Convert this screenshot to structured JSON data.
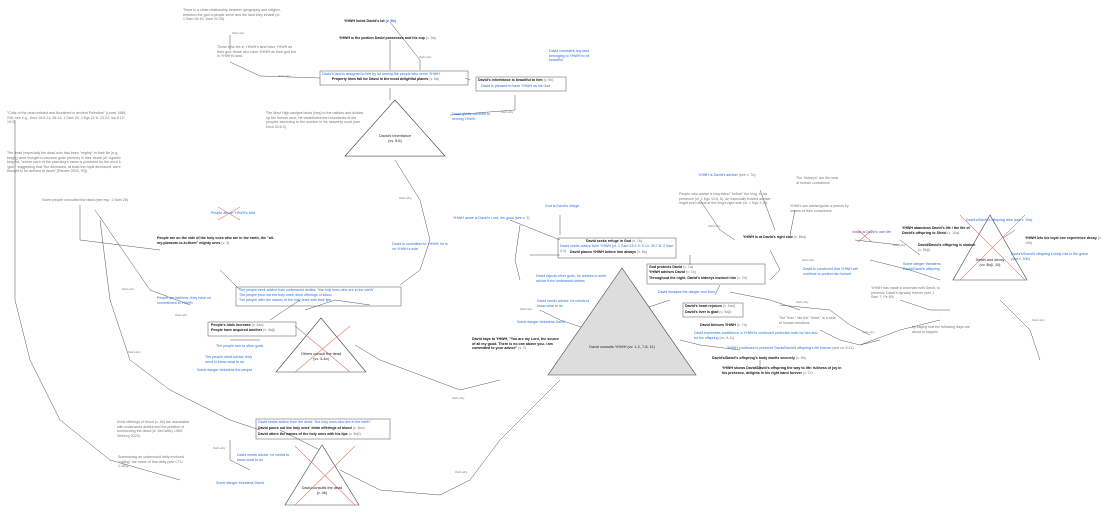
{
  "notes": {
    "geo": "There is a close relationship between geography and religion, between the god a people serve and the land they inhabit (cf. 1 Sam 26:19; Josh 22:25).",
    "those_who_fee": "Those who fee in YHWH's land have YHWH as their god; those who have YHWH as their god live in YHWH's land.",
    "holds_lot": "YHWH holds David's lot",
    "holds_lot_ref": "(v. 5b)",
    "portion": "YHWH is the portion David possesses and his cup",
    "portion_ref": "(v. 5a)",
    "land_assigned_1": "David's land is assigned to him by lot among the people who serve YHWH",
    "land_assigned_2": "Property lines fall for David in the most delightful places",
    "land_assigned_ref": "(v. 6a)",
    "considers_land": "David considers any land belonging to YHWH to be beautiful.",
    "inheritance_beautiful": "David's inheritance is beautiful to him",
    "inheritance_ref": "(v. 6b)",
    "pleased": "David is pleased to have YHWH as his God",
    "most_high": "The Most High assigns lands (heq) to the nations and divides up the human race; He establishes the boundaries of the peoples according to the number in his heavenly court (see Deut 32:8-9).",
    "gladly_commits": "David gladly commits to serving YHWH",
    "cults": "\"Cults of the dead existed and flourished in ancient Palestine\" (Lewis 1989, 238; see e.g., Deut 18:9-11; 26:14; 1 Sam 28; 2 Kgs 21:6; 23:24; Isa 8:19; 19:3).",
    "dead_esp": "The dead (especially the dead who had been \"mighty\" in their life [e.g., kings]) were thought to become gods (elohim) in their death (cf. Ugaritic king list, \"where each of the past king's name is preceded by the word il, 'god,'\" suggesting that \"the deceased, at least the royal deceased, were thought to be defined at death\" [Pardee 2003, 90]).",
    "some_consulted": "Some people consulted the dead (see esp. 1 Sam 28)",
    "yhwh_side": "People are on YHWH's side",
    "people_side_1": "People are on the side of the holy ones who are in the earth, the \"all-my-pleasure-is-in-them\" mighty ones",
    "people_side_ref": "(v. 3)",
    "committed": "David is committed to YHWH; he is on YHWH's side",
    "advice_1": "The people seek advice from underworld deities: \"the holy ones who are in the earth\"",
    "advice_2": "The people pour out the holy ones' drink offerings of blood",
    "advice_3": "The people utter the names of the holy ones with their lips",
    "faithless": "People are faithless; they have no commitment to YHWH",
    "idols_increase": "People's idols increase",
    "idols_ref": "(v. 4aα)",
    "acquired": "People have acquired another",
    "acquired_ref": "(v. 4aβ)",
    "turn_other": "The people turn to other gods",
    "need_advice": "The people need advice: they need to know what to do",
    "danger_people": "Some danger threatens the people",
    "others_consult": "Others consult the dead",
    "others_ref": "(vv. 3-4a)",
    "drink_offerings": "Drink offerings of blood (v. 4b) are associated with underworld deities and the practice of summoning the dead (cf. McCarthy 1969; Verburg 2020).",
    "summoning": "Summoning an underworld deity involved \"calling\" the name of that deity (see CTU 1.161).",
    "seek_dead": "David seeks advice from the dead: \"the holy ones who are in the earth\"",
    "pours_out": "David pours out the holy ones' drink offerings of blood",
    "pours_ref": "(v. 4bα)",
    "utters": "David utters the names of the holy ones with his lips",
    "utters_ref": "(v. 4bβ)",
    "needs_advice_low": "David needs advice: he needs to know what to do",
    "danger_david_low": "Some danger threatens David",
    "david_consults_dead": "David consults the dead",
    "david_consults_dead_ref": "(v. 4b)",
    "alone_lord": "YHWH alone is David's Lord, his good (see v. 2)",
    "god_refuge": "God is David's refuge",
    "seeks_refuge": "David seeks refuge in God",
    "seeks_refuge_ref": "(v. 1b)",
    "seeks_advice_yhwh": "David seeks advice from YHWH (cf. 1 Sam 23:2-4; 9-13; 30:7-8; 2 Sam 2:1)",
    "places_yhwh": "David places YHWH before him always",
    "places_ref": "(v. 8a)",
    "rejects_other": "David rejects other gods; he refuses to seek advice from underworld deities",
    "needs_advice_mid": "David needs advice: he needs to know what to do",
    "danger_mid": "Some danger threatens David",
    "says_1": "David says to YHWH, \"You are my Lord, the source of all my good. There is no one above you. I am committed to your advice\"",
    "says_ref": "(v. 2)",
    "consults_yhwh": "David consults YHWH",
    "consults_yhwh_ref": "(vv. 1-2, 7-8, 11)",
    "adviser": "YHWH is David's adviser",
    "adviser_ref": "(see v. 7a)",
    "advise_stand": "People who advise a king stand \"before\" the king, in his presence (cf. 1 Kgs 12:6, 8). An especially trusted adviser might even stand at the king's right side (cf. 1 Kgs 2:19).",
    "kidneys_seat": "The \"kidneys\" are the seat of human conscience",
    "guide": "YHWH can advise/guide a person by means of their conscience",
    "right_side": "YHWH is at David's right side",
    "right_side_ref": "(v. 8bα)",
    "protects": "God protects David",
    "protects_ref": "(v. 1a)",
    "advises": "YHWH advises David",
    "advises_ref": "(v. 7a)",
    "kidneys": "Throughout the night, David's kidneys instruct him",
    "kidneys_ref": "(v. 7b)",
    "escapes": "David escapes the danger and lives",
    "convinced": "David is convinced that YHWH will continue to protect him forever",
    "heart": "David's heart rejoices",
    "heart_ref": "(v. 9aα)",
    "liver": "David's liver is glad",
    "liver_ref": "(v. 9aβ)",
    "liver_note": "The \"liver,\" like the \"heart,\" is a seat of human emotions",
    "blesses": "David blesses YHWH",
    "blesses_ref": "(v. 7a)",
    "confidence": "David expresses confidence in YHWH's continued protection both for him and for his offspring",
    "confidence_ref": "(vv. 9-11)",
    "covenant": "YHWH has made a covenant with David, to preserve David's dynasty forever (see 2 Sam 7; Ps 89)",
    "offspring_life": "YHWH continues to preserve David/David's offspring's life forever",
    "offspring_life_ref": "(see vv. 9-11)",
    "says_following": "by saying that the following days are about to happen",
    "body": "David's/David's offspring's body dwells securely",
    "body_ref": "(v. 9b)",
    "way": "YHWH shows David/David's offspring the way to life: fullness of joy in his presence, delights in his right hand forever",
    "way_ref": "(v. 11)",
    "dies": "David's/David's offspring dies (see v. 10a)",
    "abandons": "YHWH abandons David's life / the life of David's offspring to Sheol",
    "abandons_ref": "(v. 10a)",
    "lets_decay": "YHWH lets his loyal one experience decay",
    "lets_decay_ref": "(v. 10b)",
    "chaos": "chaos is David's own life",
    "shaken": "David/David's offspring is shaken",
    "shaken_ref": "(v. 8bβ)",
    "rots": "David's/David's offspring's body rots in the grave (see v. 10b)",
    "danger_offspring": "Some danger threatens David/David's offspring",
    "that_why": "that's why"
  },
  "triangles": {
    "inheritance": "David's inheritance",
    "inheritance_ref": "(vv. 5-6)",
    "others": "Others consult the dead",
    "others_ref": "(vv. 3-4a)",
    "consults_yhwh": "David consults YHWH (vv. 1-2, 7-8, 11)",
    "death": "Death and decay",
    "death_ref": "(vv. 8bβ, 10)",
    "david_dead": "David consults the dead",
    "david_dead_ref": "(v. 4b)"
  },
  "colors": {
    "gray": "#777777",
    "blue": "#2a6fd6",
    "dark": "#111111",
    "cross": "#e07b6a",
    "purple": "#6a4fb0",
    "triangle_fill": "#dddddd"
  }
}
